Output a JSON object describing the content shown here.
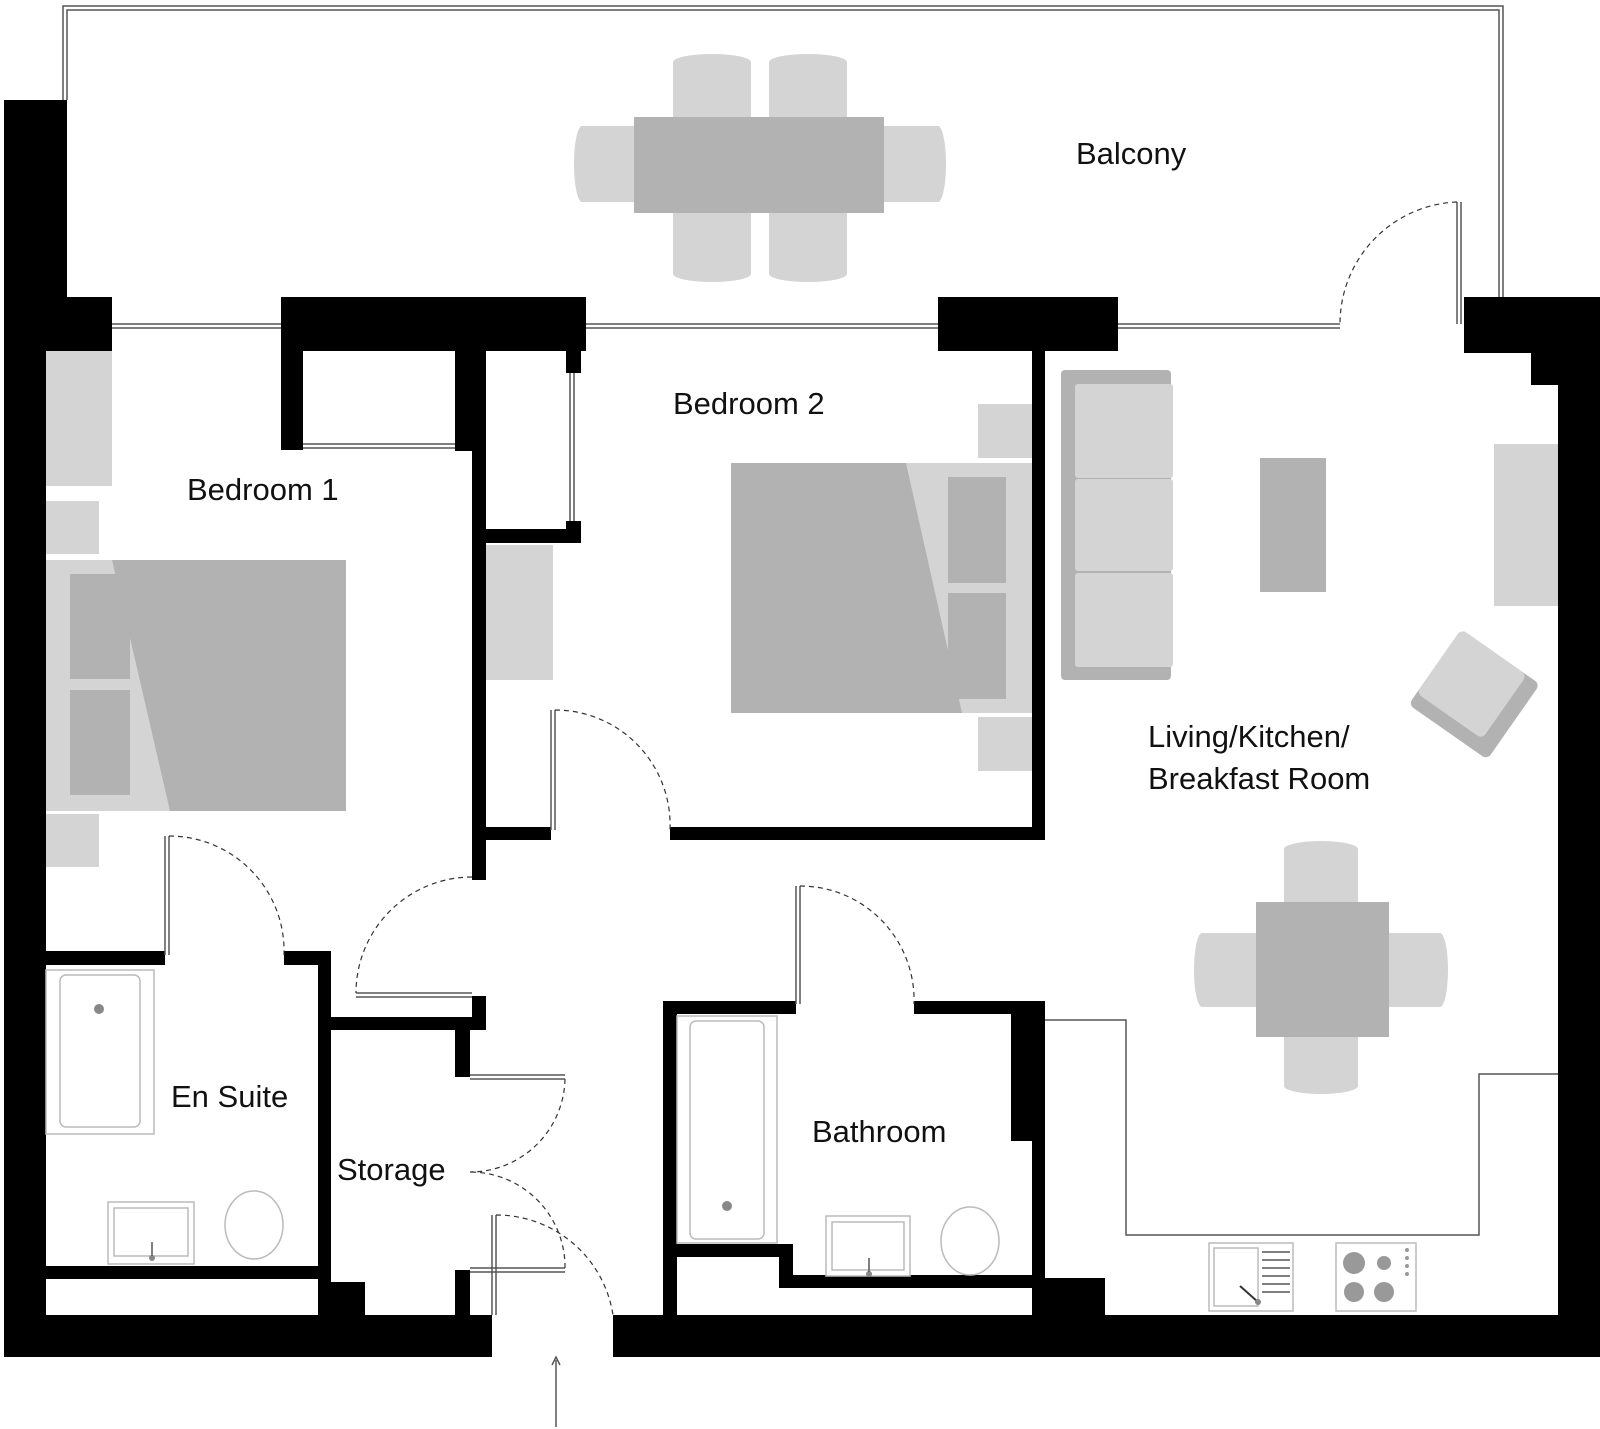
{
  "title": "",
  "rooms": {
    "balcony": "Balcony",
    "bedroom1": "Bedroom 1",
    "bedroom2": "Bedroom 2",
    "living_line1": "Living/Kitchen/",
    "living_line2": "Breakfast Room",
    "en_suite": "En Suite",
    "storage": "Storage",
    "bathroom": "Bathroom"
  },
  "colors": {
    "walls": "#000000",
    "furniture_dark": "#b2b2b2",
    "furniture_light": "#d4d4d4",
    "background": "#ffffff"
  }
}
